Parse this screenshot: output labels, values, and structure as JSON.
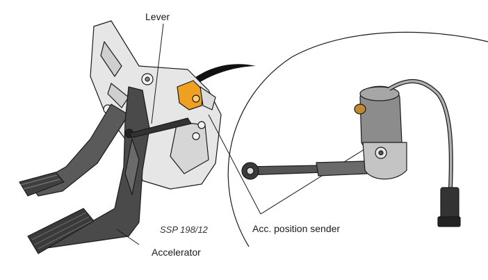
{
  "labels": {
    "lever": "Lever",
    "sender": "Acc. position sender",
    "accelerator": "Accelerator",
    "ssp": "SSP 198/12"
  },
  "colors": {
    "outline": "#1a1a1a",
    "pedal_dark": "#4a4a4a",
    "bracket_light": "#e6e6e6",
    "sender_body": "#8c8c8c",
    "highlight": "#f0a020"
  }
}
